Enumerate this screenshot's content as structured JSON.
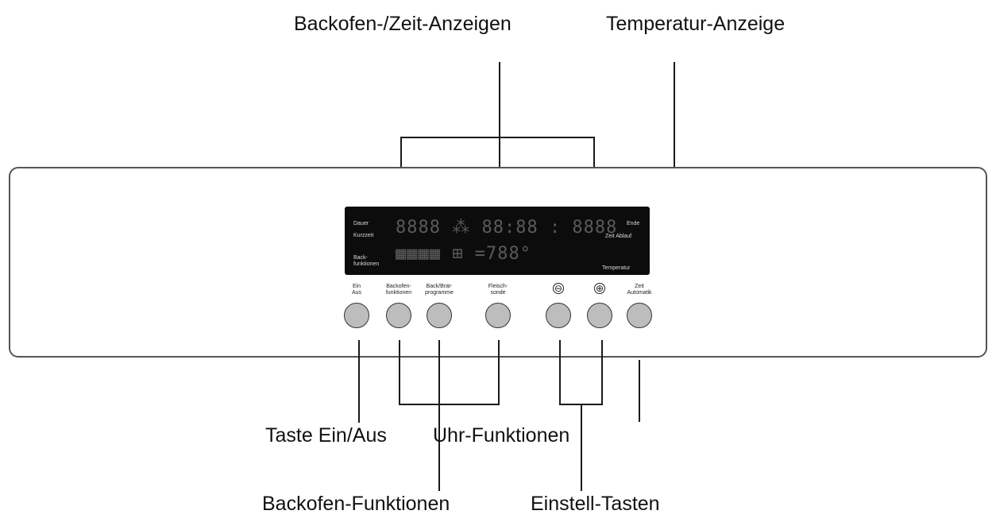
{
  "labels": {
    "oven_time_displays": "Backofen-/Zeit-Anzeigen",
    "temperature_display": "Temperatur-Anzeige",
    "on_off_key": "Taste Ein/Aus",
    "clock_functions": "Uhr-Funktionen",
    "oven_functions": "Backofen-Funktionen",
    "setting_keys": "Einstell-Tasten"
  },
  "display": {
    "left_top": "Dauer",
    "left_mid": "Kurzzeit",
    "left_bottom": "Back-\nfunktionen",
    "right_top": "Ende",
    "right_mid": "Zeit Ablauf",
    "right_bottom": "Temperatur",
    "segments_top": "8888 ⁂ 88:88 ꞉ 8888",
    "segments_bottom": "▦▦▦▦ ⊞ =788°"
  },
  "buttons": [
    {
      "label": "Ein\nAus"
    },
    {
      "label": "Backofen-\nfunktionen"
    },
    {
      "label": "Back/Brat-\nprogramme"
    },
    {
      "label": "Fleisch-\nsonde"
    },
    {
      "label": "⊖"
    },
    {
      "label": "⊕"
    },
    {
      "label": "Zeit\nAutomatik"
    }
  ]
}
